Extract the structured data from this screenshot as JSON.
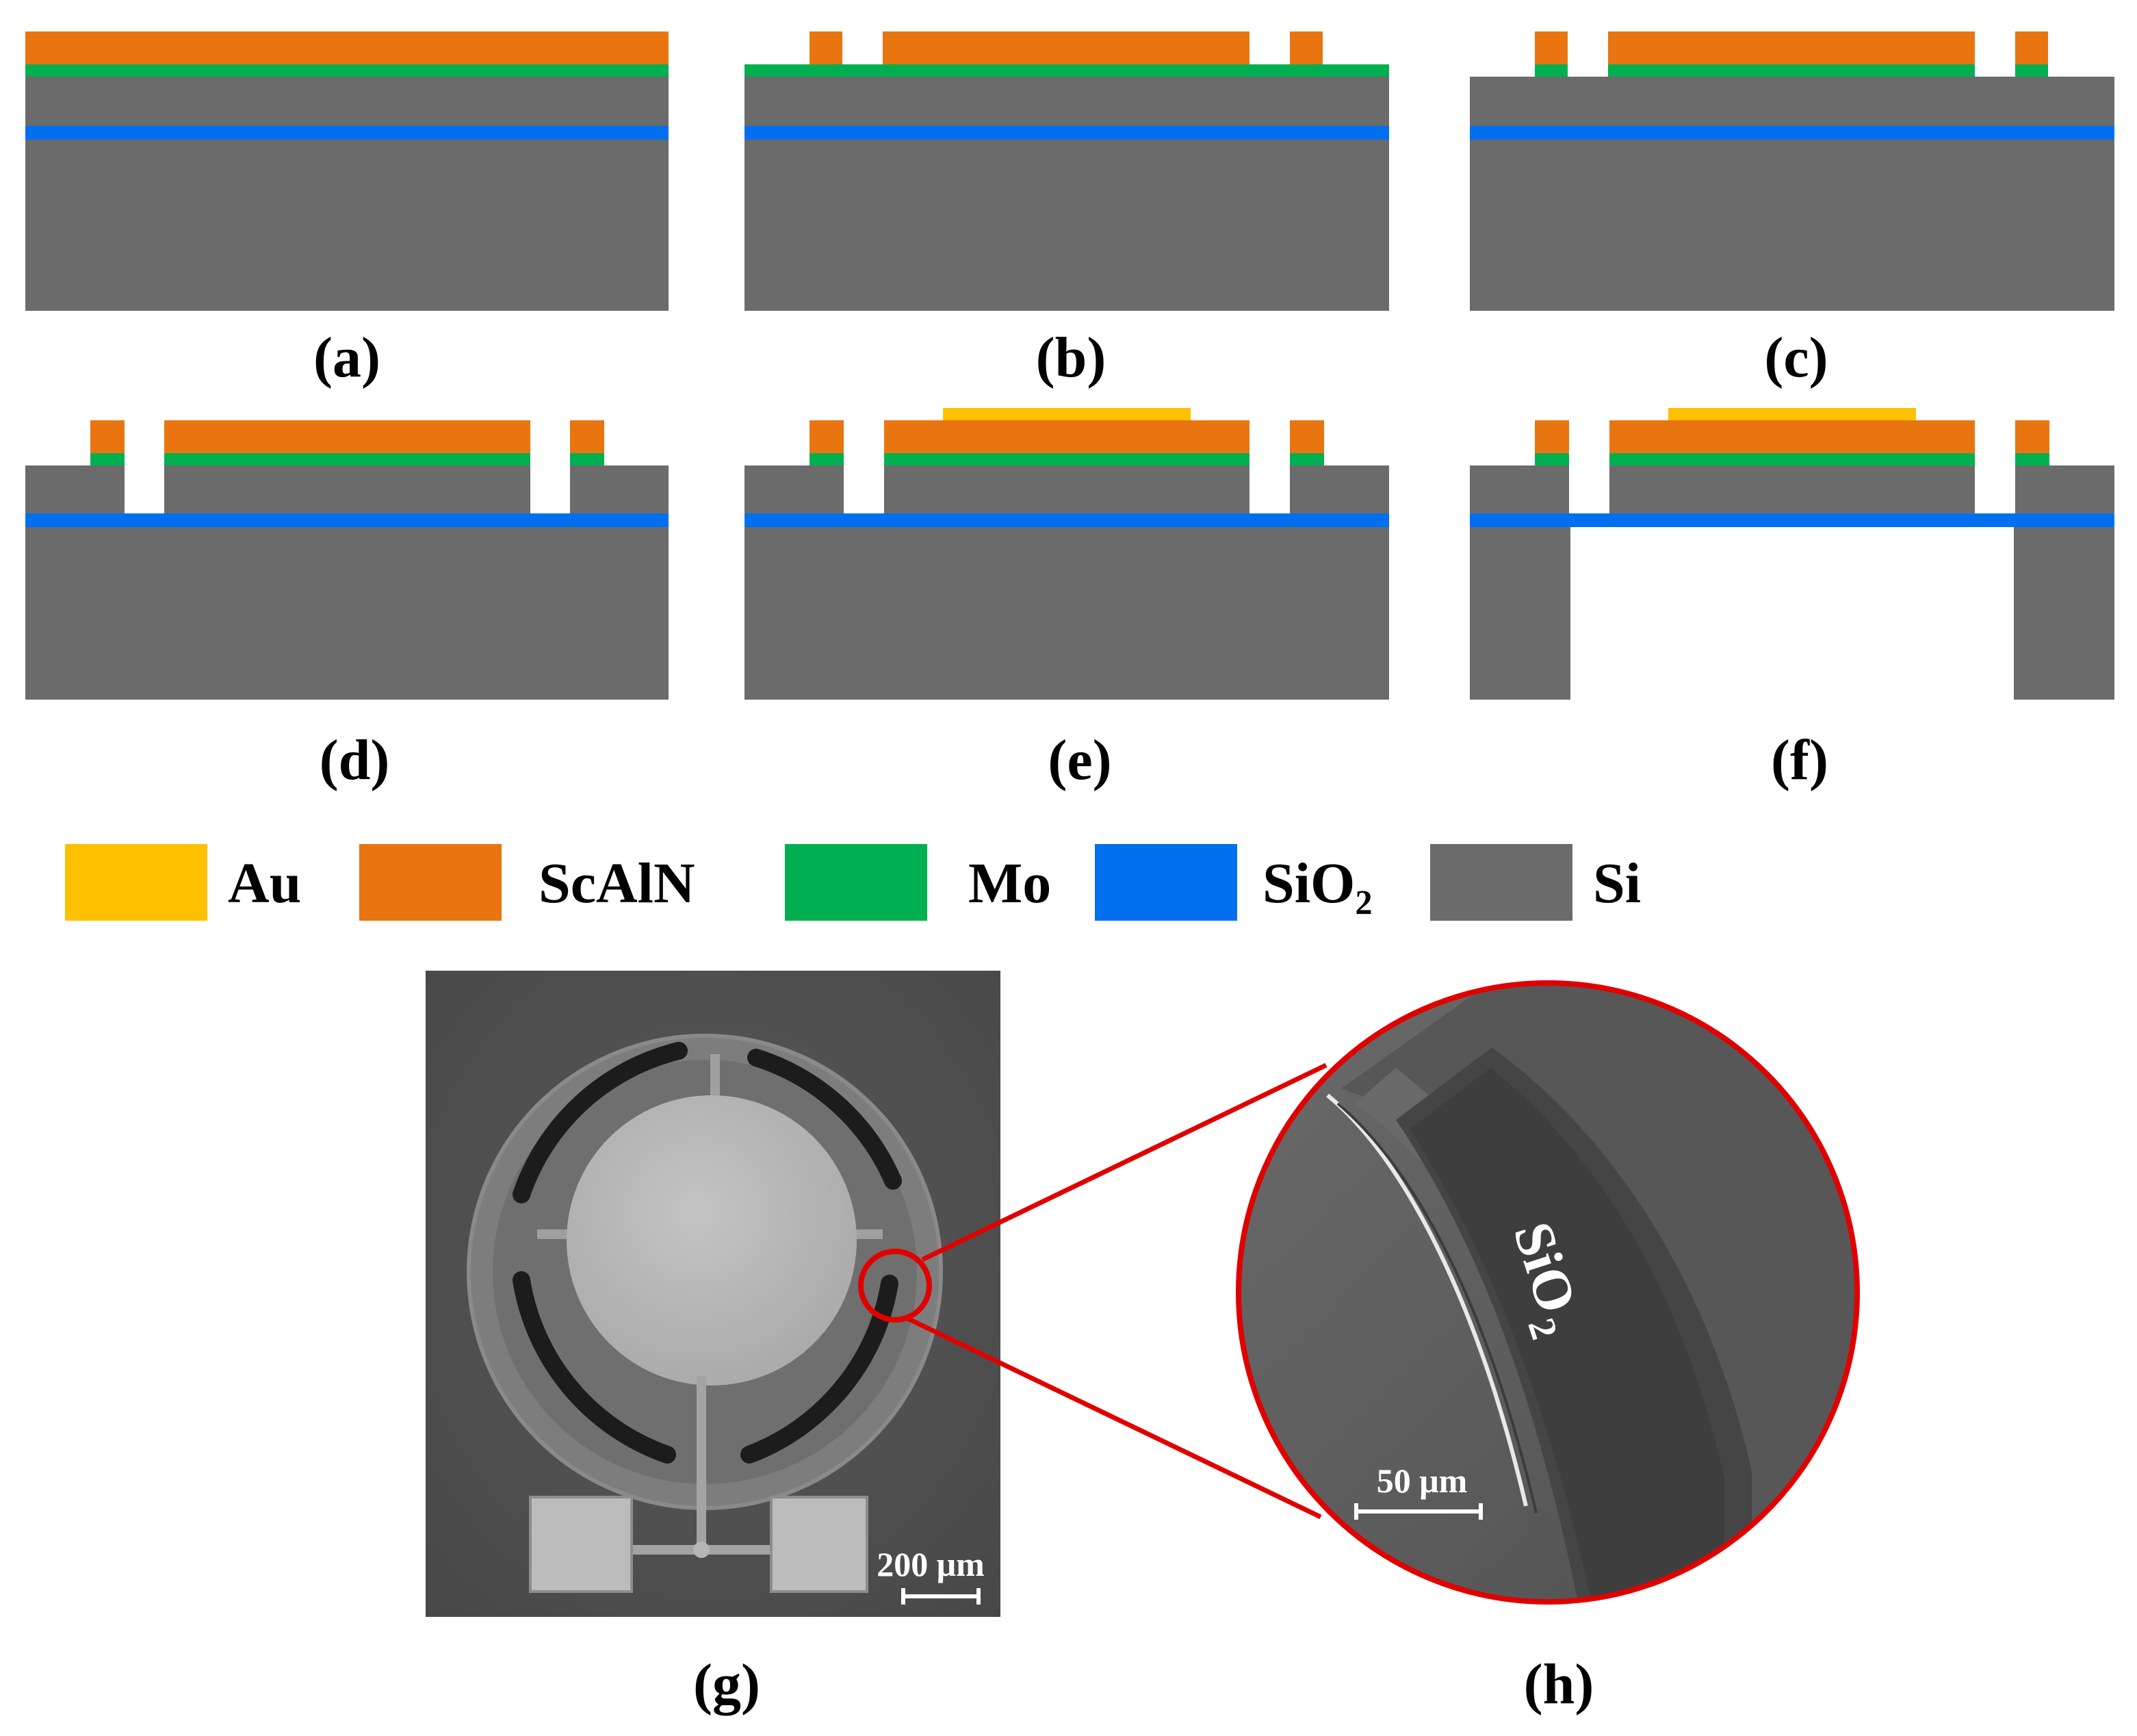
{
  "colors": {
    "au": "#FFC000",
    "scaln": "#E97511",
    "mo": "#00B050",
    "sio2": "#0070F0",
    "si": "#6B6B6B",
    "highlight": "#E00000",
    "scale_text": "#FFFFFF"
  },
  "panels": {
    "a": {
      "caption": "(a)"
    },
    "b": {
      "caption": "(b)"
    },
    "c": {
      "caption": "(c)"
    },
    "d": {
      "caption": "(d)"
    },
    "e": {
      "caption": "(e)"
    },
    "f": {
      "caption": "(f)"
    },
    "g": {
      "caption": "(g)",
      "scale_bar": "200 μm"
    },
    "h": {
      "caption": "(h)",
      "scale_bar": "50 μm",
      "label_main": "SiO",
      "label_sub": "2"
    }
  },
  "legend": {
    "au": "Au",
    "scaln": "ScAlN",
    "mo": "Mo",
    "sio2": "SiO₂",
    "si": "Si"
  }
}
